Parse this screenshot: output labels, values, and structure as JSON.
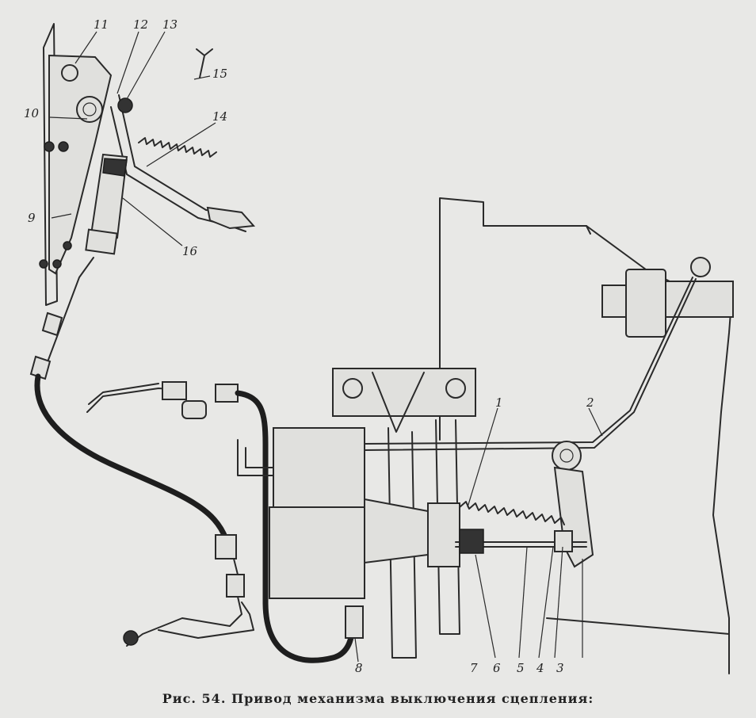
{
  "caption": "Рис. 54. Привод механизма выключения сцепления:",
  "labels": [
    {
      "id": "1",
      "text": "1"
    },
    {
      "id": "2",
      "text": "2"
    },
    {
      "id": "3",
      "text": "3"
    },
    {
      "id": "4",
      "text": "4"
    },
    {
      "id": "5",
      "text": "5"
    },
    {
      "id": "6",
      "text": "6"
    },
    {
      "id": "7",
      "text": "7"
    },
    {
      "id": "8",
      "text": "8"
    },
    {
      "id": "9",
      "text": "9"
    },
    {
      "id": "10",
      "text": "10"
    },
    {
      "id": "11",
      "text": "11"
    },
    {
      "id": "12",
      "text": "12"
    },
    {
      "id": "13",
      "text": "13"
    },
    {
      "id": "14",
      "text": "14"
    },
    {
      "id": "15",
      "text": "15"
    },
    {
      "id": "16",
      "text": "16"
    }
  ],
  "colors": {
    "paper": "#e8e8e6",
    "ink": "#2a2a2a"
  }
}
